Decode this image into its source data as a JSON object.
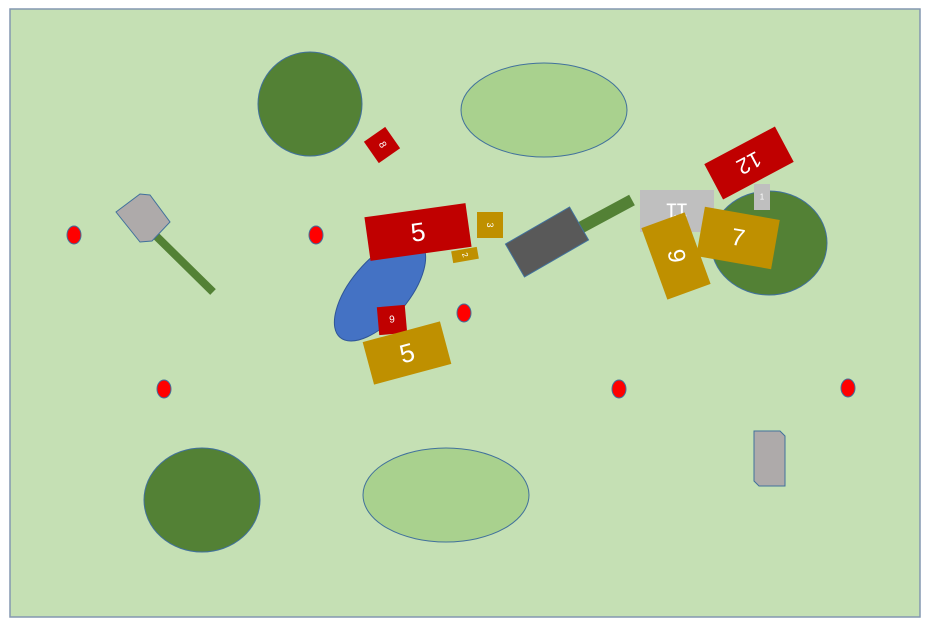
{
  "colors": {
    "field": "#c5e0b4",
    "border": "#8497b0",
    "dark_green": "#538135",
    "light_green": "#a9d18e",
    "red": "#c00000",
    "gold": "#bf9000",
    "gray": "#bfbfbf",
    "dark_gray": "#595959",
    "blue": "#4472c4",
    "marker_red": "#ff0000"
  },
  "labels": {
    "red_small_top": "8",
    "red_large": "5",
    "gold_small_3": "3",
    "gold_tiny_2": "2",
    "red_small_bottom": "9",
    "gold_large": "5",
    "gray_large": "11",
    "red_tilted": "12",
    "gray_small": "1",
    "gold_tall": "9",
    "gold_right": "7"
  }
}
